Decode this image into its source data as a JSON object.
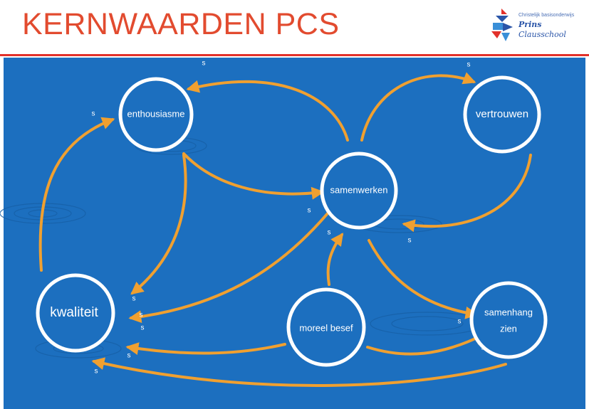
{
  "header": {
    "title": "KERNWAARDEN PCS",
    "logo": {
      "tagline": "Christelijk basisonderwijs",
      "name_line1": "Prins",
      "name_line2": "Clausschool"
    }
  },
  "colors": {
    "title": "#e24b2f",
    "rule": "#e2312a",
    "background": "#1c6fbf",
    "arrow": "#f0a030",
    "node_outline": "#ffffff"
  },
  "diagram": {
    "nodes": {
      "enthousiasme": "enthousiasme",
      "vertrouwen": "vertrouwen",
      "samenwerken": "samenwerken",
      "kwaliteit": "kwaliteit",
      "moreel_besef": "moreel besef",
      "samenhang_line1": "samenhang",
      "samenhang_line2": "zien"
    },
    "s_marker": "s",
    "edges": [
      {
        "from": "samenwerken",
        "to": "enthousiasme"
      },
      {
        "from": "samenwerken",
        "to": "vertrouwen"
      },
      {
        "from": "vertrouwen",
        "to": "samenwerken"
      },
      {
        "from": "enthousiasme",
        "to": "samenwerken"
      },
      {
        "from": "enthousiasme",
        "to": "kwaliteit"
      },
      {
        "from": "kwaliteit",
        "to": "enthousiasme"
      },
      {
        "from": "samenwerken",
        "to": "kwaliteit"
      },
      {
        "from": "samenwerken",
        "to": "samenhang zien"
      },
      {
        "from": "moreel besef",
        "to": "samenwerken"
      },
      {
        "from": "moreel besef",
        "to": "kwaliteit"
      },
      {
        "from": "moreel besef",
        "to": "samenhang zien"
      },
      {
        "from": "samenhang zien",
        "to": "kwaliteit"
      }
    ]
  }
}
